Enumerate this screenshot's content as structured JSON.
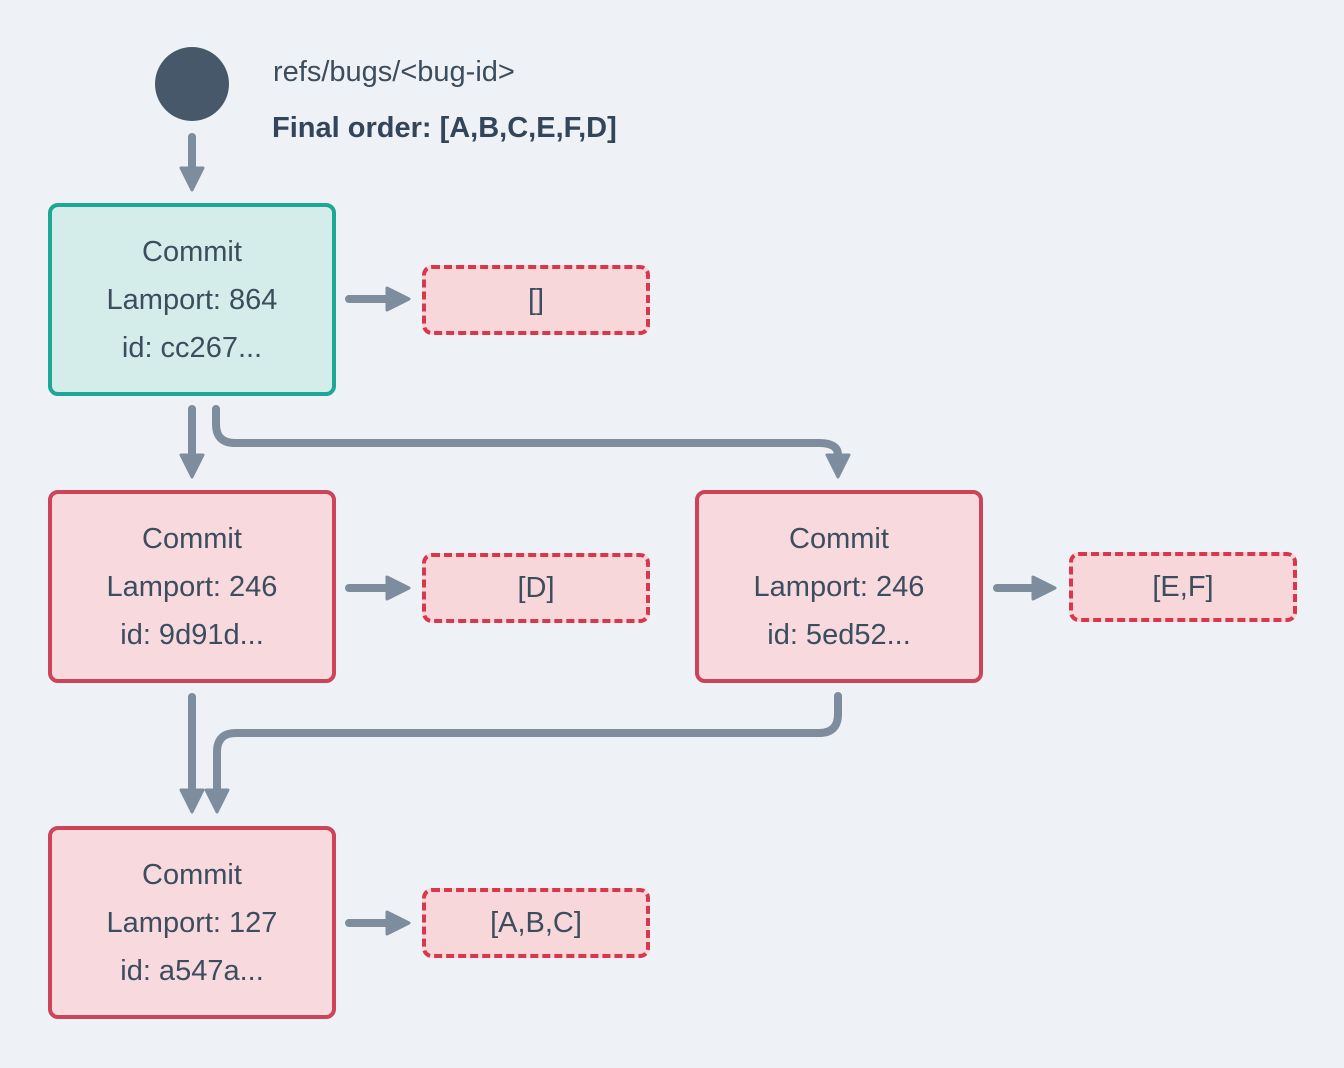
{
  "header": {
    "ref_name": "refs/bugs/<bug-id>",
    "final_order": "Final order: [A,B,C,E,F,D]"
  },
  "nodes": {
    "head": {
      "title": "Commit",
      "lamport": "Lamport: 864",
      "id": "id: cc267...",
      "operations": "[]"
    },
    "child_left": {
      "title": "Commit",
      "lamport": "Lamport: 246",
      "id": "id: 9d91d...",
      "operations": "[D]"
    },
    "child_right": {
      "title": "Commit",
      "lamport": "Lamport: 246",
      "id": "id: 5ed52...",
      "operations": "[E,F]"
    },
    "tail": {
      "title": "Commit",
      "lamport": "Lamport: 127",
      "id": "id: a547a...",
      "operations": "[A,B,C]"
    }
  },
  "colors": {
    "background": "#eef1f5",
    "ref_dot": "#46586a",
    "text": "#3c4d5e",
    "arrow": "#7e8d9d",
    "teal_border": "#1ca796",
    "teal_fill": "#d4ecea",
    "red_border": "#cd4358",
    "pink_fill": "#f7d9de",
    "dashed_border": "#d8384c",
    "dashed_fill": "#f8d7da"
  }
}
